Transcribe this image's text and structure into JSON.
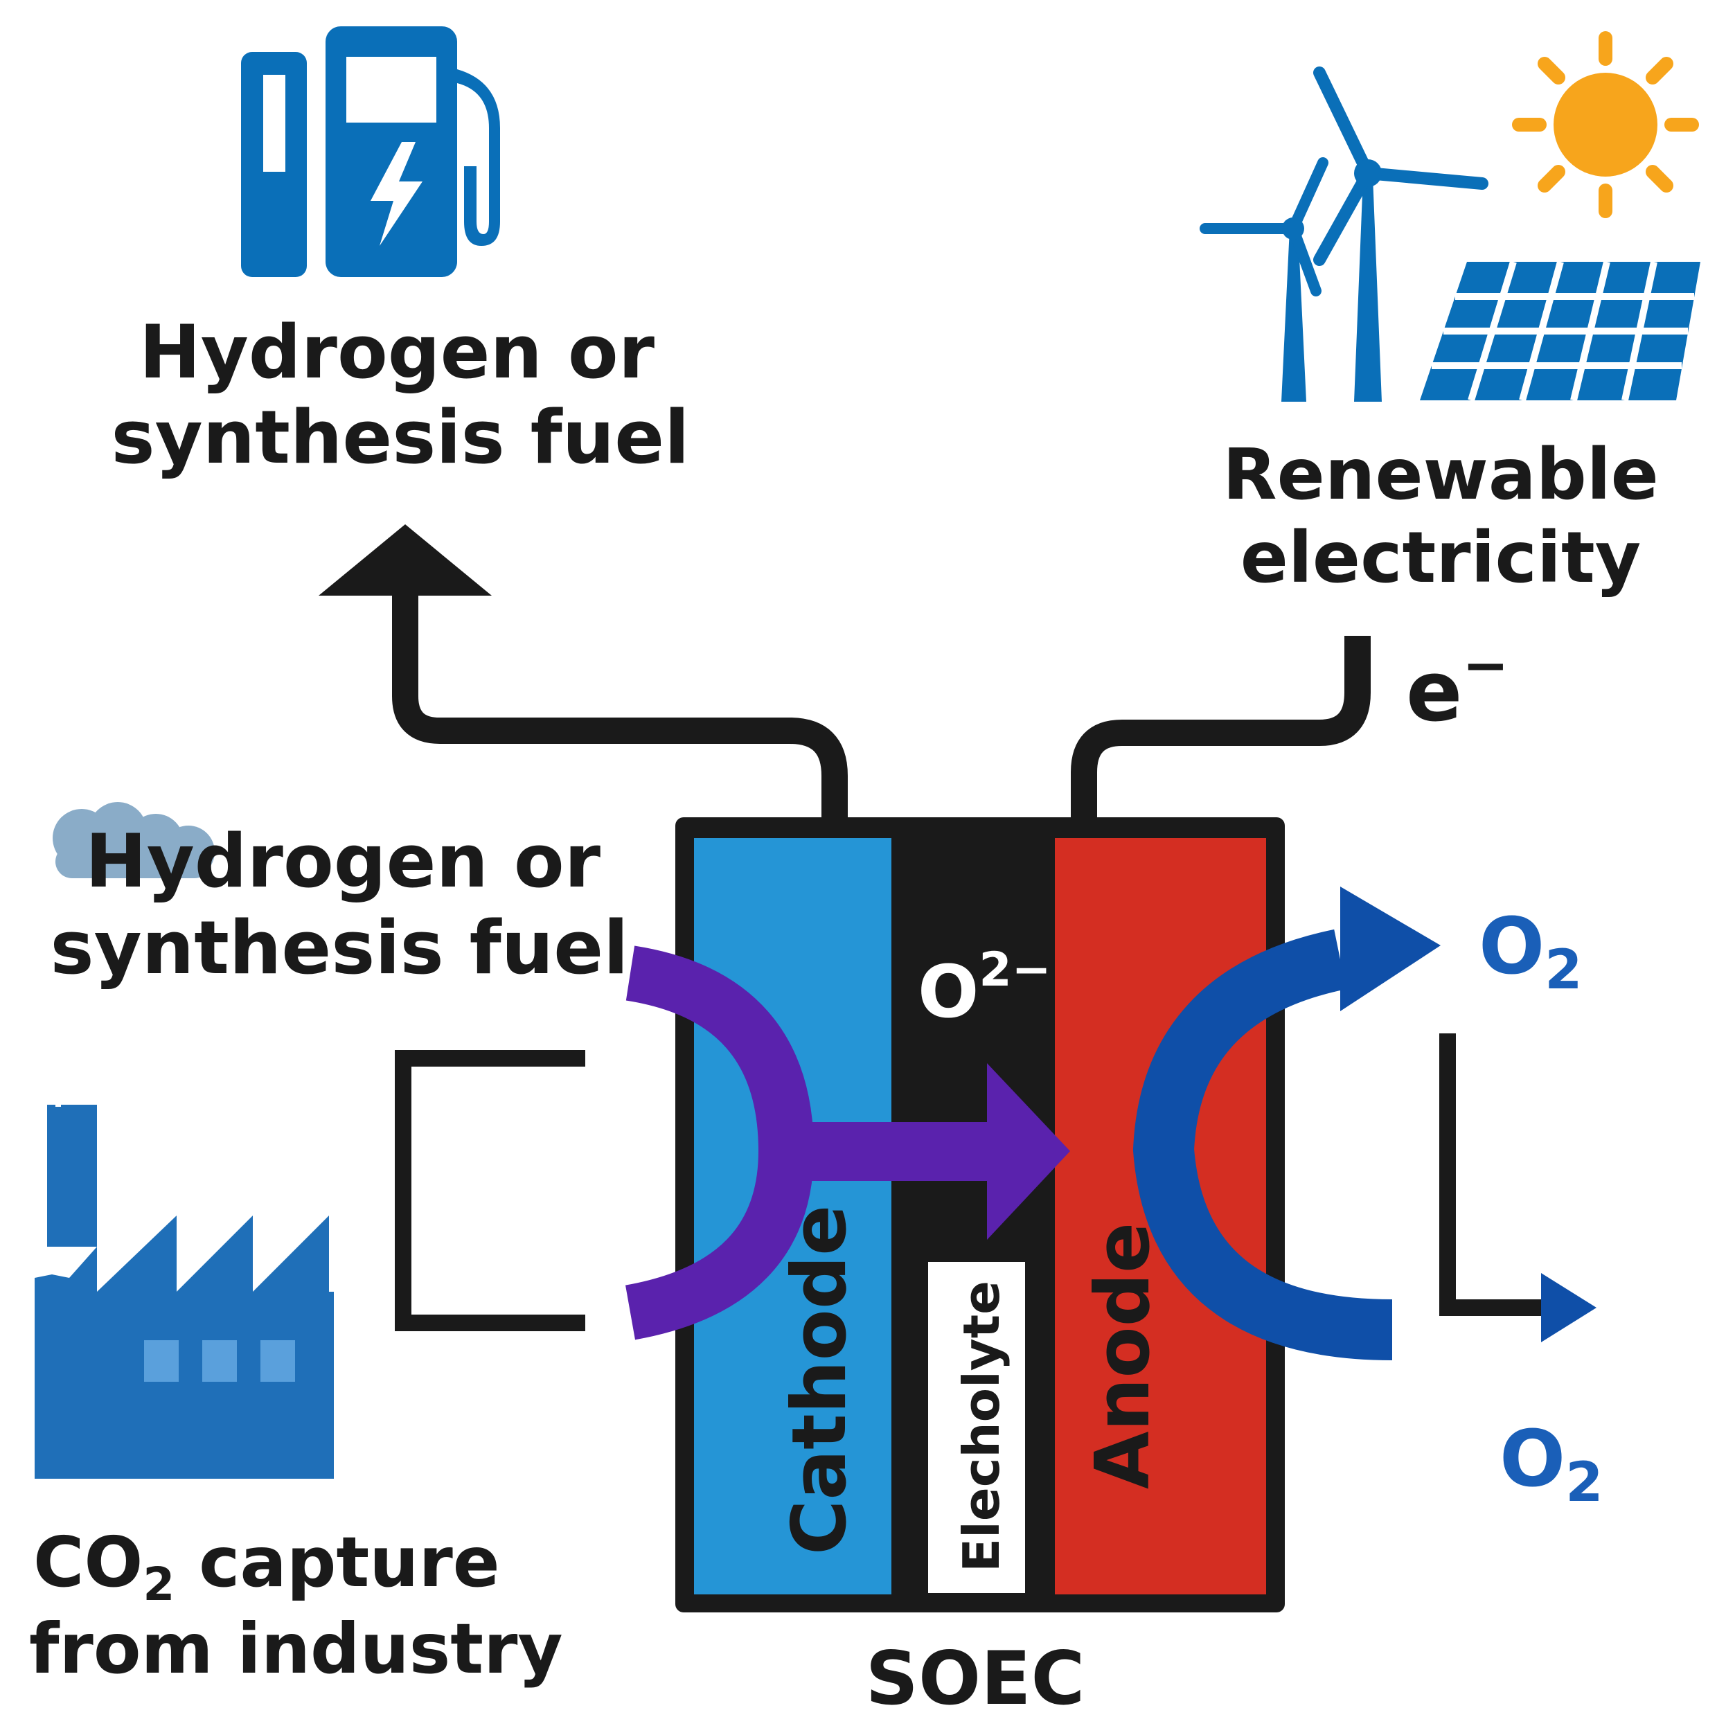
{
  "labels": {
    "fuel_top_line1": "Hydrogen or",
    "fuel_top_line2": "synthesis fuel",
    "renewable_line1": "Renewable",
    "renewable_line2": "electricity",
    "electron": "e",
    "electron_sup": "−",
    "fuel_left_line1": "Hydrogen or",
    "fuel_left_line2": "synthesis fuel",
    "oxide_ion": "O",
    "oxide_ion_sup": "2−",
    "cathode": "Cathode",
    "electrolyte": "Elecholyte",
    "anode": "Anode",
    "o2_top": "O",
    "o2_top_sub": "2",
    "o2_bottom": "O",
    "o2_bottom_sub": "2",
    "co2_c": "CO",
    "co2_sub": "2",
    "co2_rest": " capture",
    "co2_line2": "from industry",
    "soec": "SOEC"
  },
  "icons": {
    "fuel_pump": "fuel-pump-icon",
    "wind_turbines": "wind-turbine-icon",
    "sun": "sun-icon",
    "solar_panel": "solar-panel-icon",
    "factory": "factory-icon"
  },
  "colors": {
    "black": "#1a1a1a",
    "icon_blue": "#0a6fb8",
    "cathode_blue": "#2595d6",
    "anode_red": "#d42e22",
    "purple": "#5a22ad",
    "o2_blue": "#0f4fa8",
    "o2_text": "#1a5fb8",
    "sun_orange": "#f7a51c",
    "smoke": "#8aacc8",
    "factory_blue": "#1f6fb8"
  }
}
